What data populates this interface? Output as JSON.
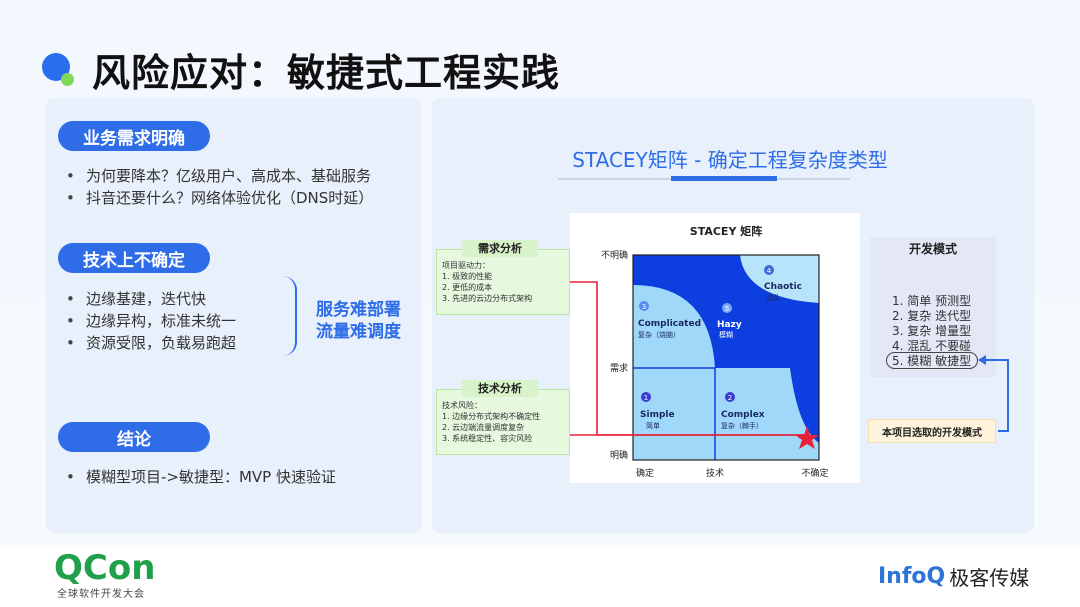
{
  "title": "风险应对：敏捷式工程实践",
  "left": {
    "sections": [
      {
        "label": "业务需求明确",
        "bullets": [
          "为何要降本？亿级用户、高成本、基础服务",
          "抖音还要什么？网络体验优化（DNS时延）"
        ]
      },
      {
        "label": "技术上不确定",
        "bullets": [
          "边缘基建，迭代快",
          "边缘异构，标准未统一",
          "资源受限，负载易跑超"
        ]
      },
      {
        "label": "结论",
        "bullets": [
          "模糊型项目->敏捷型：MVP 快速验证"
        ]
      }
    ],
    "brace_note": [
      "服务难部署",
      "流量难调度"
    ]
  },
  "right": {
    "title": "STACEY矩阵 - 确定工程复杂度类型",
    "matrix": {
      "title": "STACEY 矩阵",
      "y_axis": {
        "top": "不明确",
        "mid": "需求",
        "bottom": "明确"
      },
      "x_axis": {
        "left": "确定",
        "mid": "技术",
        "right": "不确定"
      },
      "zones": [
        {
          "num": "1",
          "name": "Simple",
          "sub": "简单"
        },
        {
          "num": "2",
          "name": "Complex",
          "sub": "复杂（棘手）"
        },
        {
          "num": "3",
          "name": "Complicated",
          "sub": "复杂（烧脑）"
        },
        {
          "num": "4",
          "name": "Chaotic",
          "sub": "混乱"
        },
        {
          "num": "5",
          "name": "Hazy",
          "sub": "模糊"
        }
      ],
      "colors": {
        "dark": "#0c3ee0",
        "light": "#9fd8f8",
        "lighter": "#b8e4fb",
        "star": "#e8203a"
      }
    },
    "requirements_note": {
      "head": "需求分析",
      "lines": [
        "项目驱动力：",
        "1. 极致的性能",
        "2. 更低的成本",
        "3. 先进的云边分布式架构"
      ]
    },
    "tech_note": {
      "head": "技术分析",
      "lines": [
        "技术风险：",
        "1. 边缘分布式架构不确定性",
        "2. 云边端流量调度复杂",
        "3. 系统稳定性、容灾风险"
      ]
    },
    "dev_modes": {
      "head": "开发模式",
      "items": [
        "1. 简单  预测型",
        "2. 复杂  迭代型",
        "3. 复杂  增量型",
        "4. 混乱  不要碰",
        "5. 模糊  敏捷型"
      ]
    },
    "selected_label": "本项目选取的开发模式"
  },
  "footer": {
    "left_logo": "QCon",
    "left_sub": "全球软件开发大会",
    "right_logo": "InfoQ",
    "right_sub": "极客传媒"
  }
}
